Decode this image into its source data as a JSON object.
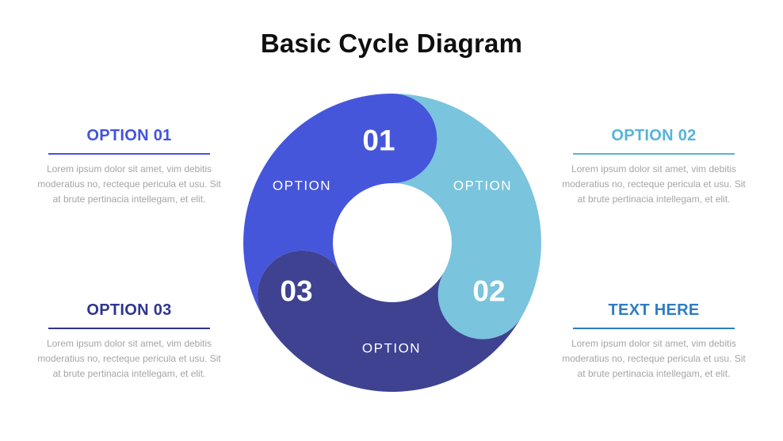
{
  "slide": {
    "title": "Basic Cycle Diagram",
    "background_color": "#ffffff",
    "title_color": "#0f0f0f"
  },
  "cycle": {
    "type": "cycle-donut",
    "hole_color": "#ffffff",
    "segments": [
      {
        "number": "01",
        "label": "OPTION",
        "color": "#4656db",
        "position": "top-left"
      },
      {
        "number": "02",
        "label": "OPTION",
        "color": "#7ac4dd",
        "position": "right"
      },
      {
        "number": "03",
        "label": "OPTION",
        "color": "#3e4291",
        "position": "bottom-left"
      }
    ]
  },
  "text_blocks": [
    {
      "heading": "OPTION 01",
      "accent_color": "#4253e0",
      "body": "Lorem ipsum dolor sit amet, vim debitis moderatius no, recteque pericula et usu. Sit at brute pertinacia intellegam, et elit.",
      "position": "top-left"
    },
    {
      "heading": "OPTION 02",
      "accent_color": "#55b4d9",
      "body": "Lorem ipsum dolor sit amet, vim debitis moderatius no, recteque pericula et usu. Sit at brute pertinacia intellegam, et elit.",
      "position": "top-right"
    },
    {
      "heading": "OPTION 03",
      "accent_color": "#2f3590",
      "body": "Lorem ipsum dolor sit amet, vim debitis moderatius no, recteque pericula et usu. Sit at brute pertinacia intellegam, et elit.",
      "position": "bottom-left"
    },
    {
      "heading": "TEXT HERE",
      "accent_color": "#2e7cc3",
      "body": "Lorem ipsum dolor sit amet, vim debitis moderatius no, recteque pericula et usu. Sit at brute pertinacia intellegam, et elit.",
      "position": "bottom-right"
    }
  ]
}
